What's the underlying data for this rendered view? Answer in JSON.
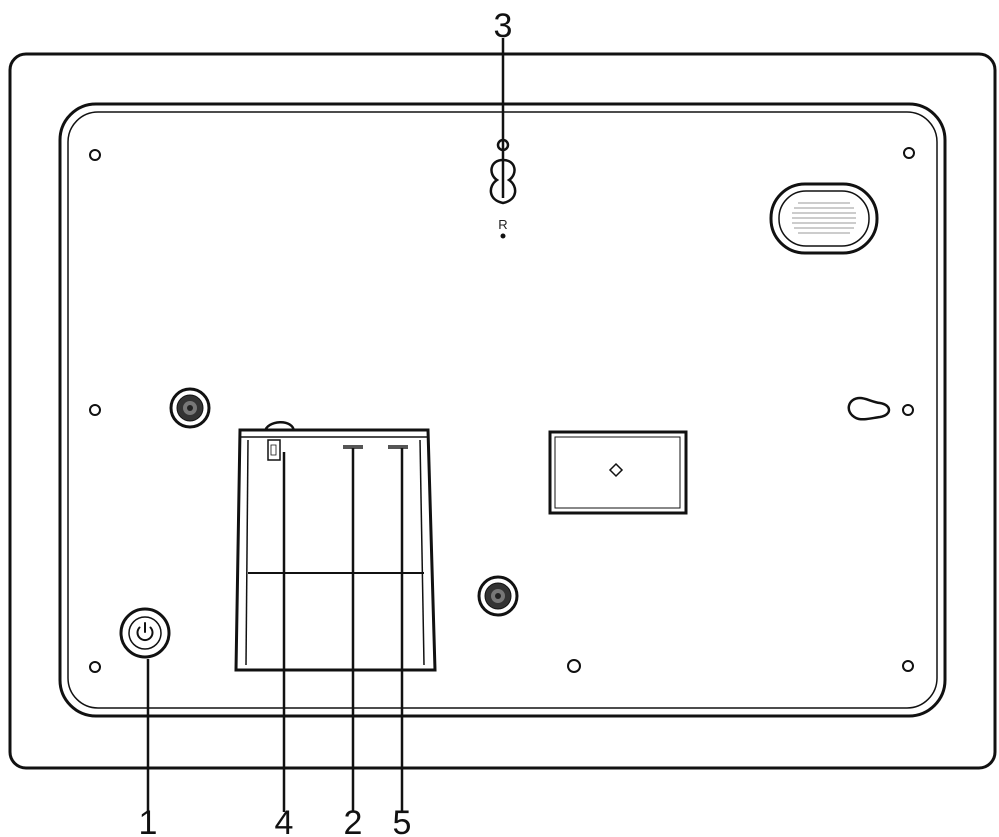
{
  "callouts": {
    "c1": "1",
    "c2": "2",
    "c3": "3",
    "c4": "4",
    "c5": "5"
  },
  "labels": {
    "reset": "R"
  },
  "colors": {
    "line": "#111111",
    "background": "#ffffff"
  },
  "icons": {
    "power": "power-icon",
    "hanging_hole": "keyhole-icon",
    "speaker": "speaker-grille-icon"
  }
}
